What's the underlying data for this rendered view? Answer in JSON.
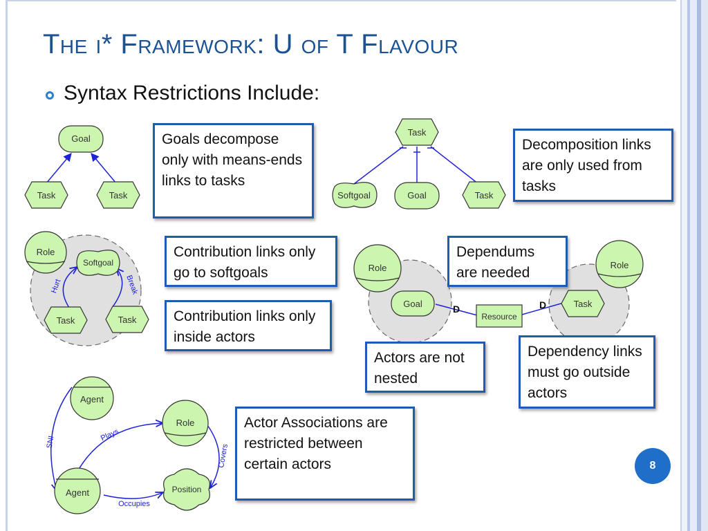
{
  "title": "The i* Framework: U of T Flavour",
  "subtitle": "Syntax Restrictions Include:",
  "page_number": "8",
  "notes": {
    "goals_decompose": "Goals decompose only with means-ends links to tasks",
    "decomposition_links": "Decomposition links are only used from tasks",
    "contribution_softgoals": "Contribution links only go to softgoals",
    "contribution_inside": "Contribution links only inside actors",
    "dependums": "Dependums are needed",
    "actors_not_nested": "Actors are not nested",
    "dependency_links": "Dependency links must go outside actors",
    "actor_associations": "Actor Associations are restricted between certain actors"
  },
  "diagram1": {
    "goal": "Goal",
    "task_left": "Task",
    "task_right": "Task"
  },
  "diagram2": {
    "task": "Task",
    "softgoal": "Softgoal",
    "goal": "Goal",
    "task_right": "Task"
  },
  "diagram3": {
    "role": "Role",
    "softgoal": "Softgoal",
    "hurt": "Hurt",
    "break": "Break",
    "task_left": "Task",
    "task_right": "Task"
  },
  "diagram4": {
    "role_left": "Role",
    "goal": "Goal",
    "d_left": "D",
    "resource": "Resource",
    "d_right": "D",
    "task": "Task",
    "role_right": "Role"
  },
  "diagram5": {
    "agent_top": "Agent",
    "role": "Role",
    "plays": "Plays",
    "sni": "SNI",
    "covers": "Covers",
    "agent_bottom": "Agent",
    "occupies": "Occupies",
    "position": "Position"
  },
  "colors": {
    "node_fill": "#ccf5b0",
    "node_stroke": "#3a3a3a",
    "link": "#1e22d8",
    "title": "#1a5294",
    "note_border": "#1f5bb5",
    "badge": "#1f6fc8"
  }
}
